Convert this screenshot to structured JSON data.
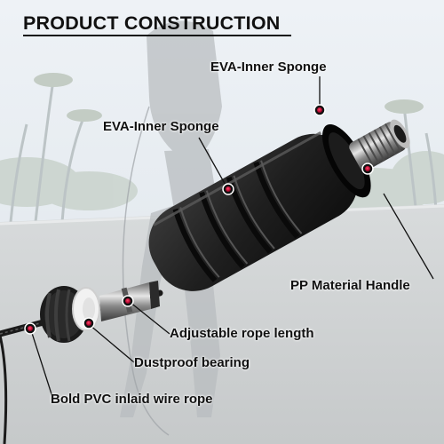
{
  "title": "PRODUCT CONSTRUCTION",
  "labels": {
    "eva_inner_sponge_top": "EVA-Inner Sponge",
    "eva_inner_sponge_middle": "EVA-Inner Sponge",
    "pp_material_handle": "PP Material Handle",
    "adjustable_rope_length": "Adjustable rope length",
    "dustproof_bearing": "Dustproof bearing",
    "bold_pvc_wire_rope": "Bold PVC inlaid wire rope"
  },
  "colors": {
    "text": "#111111",
    "marker_dot": "#c4103a",
    "handle": "#1e1e1e",
    "background_sky": "#e4eaf0",
    "background_road": "#cfd3d4"
  },
  "icons": {
    "marker": "red-dot-marker"
  }
}
